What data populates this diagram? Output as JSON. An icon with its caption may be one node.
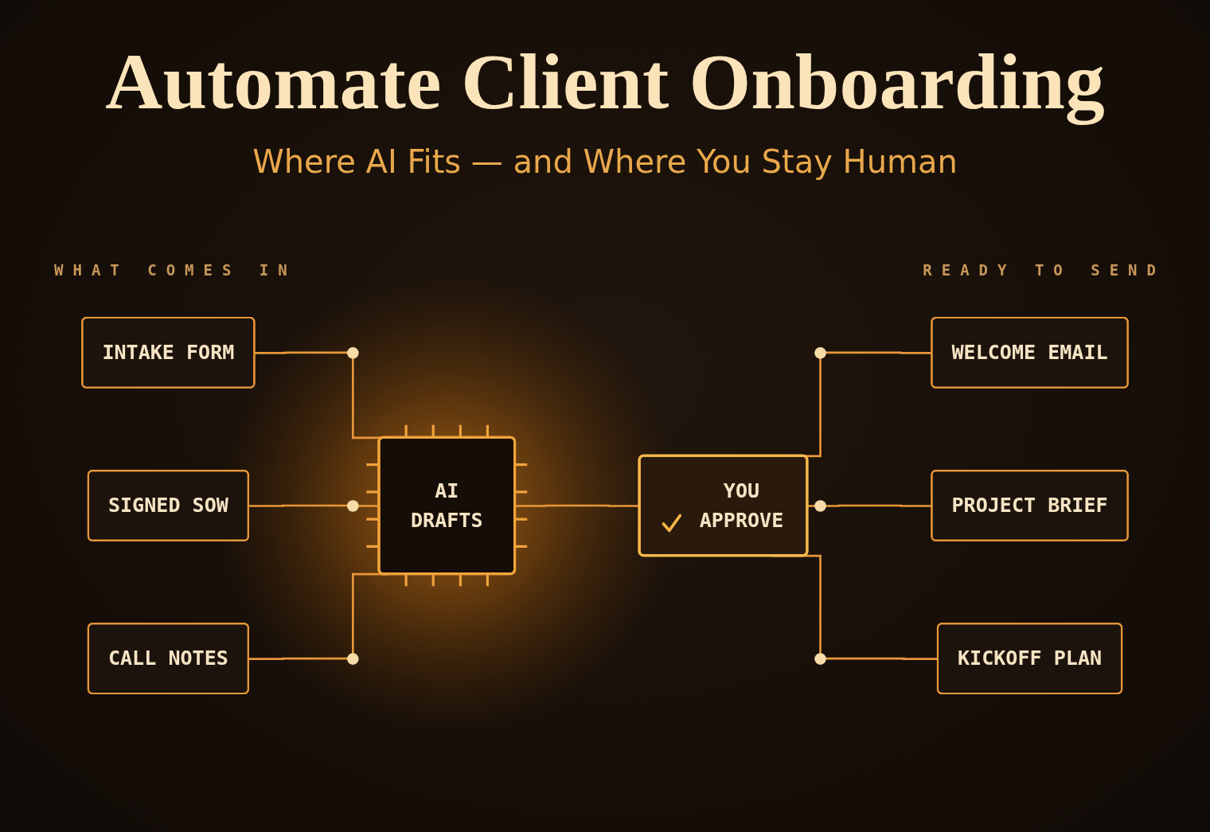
{
  "diagram": {
    "title": "Automate Client Onboarding",
    "nodes": [
      {
        "text": [
          "INTAKE FORM"
        ]
      },
      {
        "text": [
          "SIGNED SOW"
        ]
      },
      {
        "text": [
          "CALL NOTES"
        ]
      },
      {
        "text": [
          "AI DRAFTS"
        ]
      },
      {
        "text": [
          "YOU APPROVE"
        ]
      },
      {
        "text": [
          "WELCOME EMAIL"
        ]
      },
      {
        "text": [
          "PROJECT BRIEF"
        ]
      },
      {
        "text": [
          "KICKOFF PLAN"
        ]
      }
    ],
    "edges": [
      {
        "from": 0,
        "to": 3,
        "arrow": "none"
      },
      {
        "from": 1,
        "to": 3,
        "arrow": "none"
      },
      {
        "from": 2,
        "to": 3,
        "arrow": "none"
      },
      {
        "from": 3,
        "to": 4,
        "arrow": "none"
      },
      {
        "from": 4,
        "to": 5,
        "arrow": "none"
      },
      {
        "from": 4,
        "to": 6,
        "arrow": "none"
      },
      {
        "from": 4,
        "to": 7,
        "arrow": "none"
      }
    ],
    "labels": [
      "Where AI Fits — and Where You Stay Human",
      "WHAT COMES IN",
      "READY TO SEND"
    ]
  }
}
